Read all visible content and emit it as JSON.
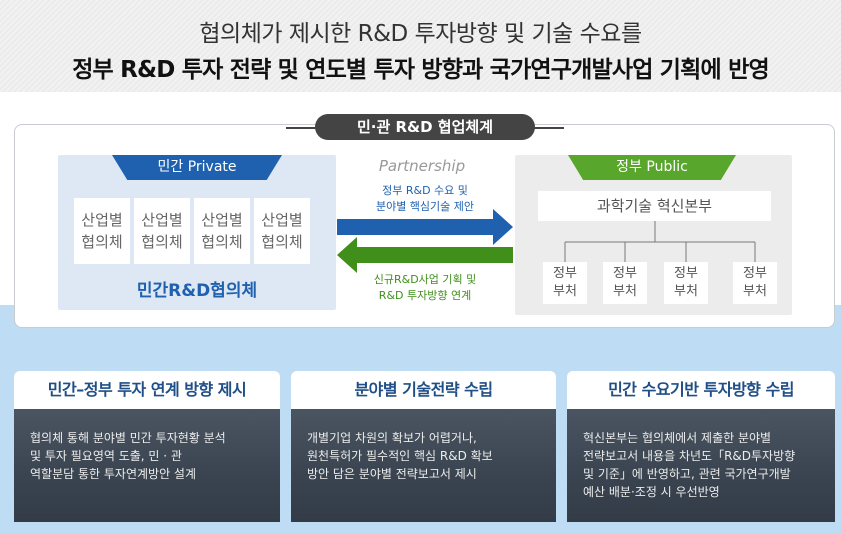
{
  "header": {
    "line1": "협의체가 제시한 R&D 투자방향 및 기술 수요를",
    "line2": "정부 R&D 투자 전략 및 연도별 투자 방향과 국가연구개발사업 기획에 반영"
  },
  "main_title": "민·관 R&D 협업체계",
  "private": {
    "tab": "민간 Private",
    "industries": [
      {
        "l1": "산업별",
        "l2": "협의체"
      },
      {
        "l1": "산업별",
        "l2": "협의체"
      },
      {
        "l1": "산업별",
        "l2": "협의체"
      },
      {
        "l1": "산업별",
        "l2": "협의체"
      }
    ],
    "subtitle": "민간R&D협의체"
  },
  "partnership": {
    "label": "Partnership",
    "to_public": {
      "l1": "정부 R&D 수요 및",
      "l2": "분야별 핵심기술 제안"
    },
    "to_private": {
      "l1": "신규R&D사업 기획 및",
      "l2": "R&D 투자방향 연계"
    }
  },
  "public": {
    "tab": "정부 Public",
    "hq": "과학기술 혁신본부",
    "ministries": [
      {
        "l1": "정부",
        "l2": "부처"
      },
      {
        "l1": "정부",
        "l2": "부처"
      },
      {
        "l1": "정부",
        "l2": "부처"
      },
      {
        "l1": "정부",
        "l2": "부처"
      }
    ]
  },
  "cards": [
    {
      "title": "민간–정부 투자 연계 방향 제시",
      "lines": [
        "협의체 통해 분야별 민간 투자현황 분석",
        "및 투자 필요영역 도출, 민 · 관",
        "역할분담 통한 투자연계방안 설계"
      ]
    },
    {
      "title": "분야별 기술전략 수립",
      "lines": [
        "개별기업 차원의 확보가 어렵거나,",
        "원천특허가 필수적인 핵심 R&D 확보",
        "방안 담은 분야별 전략보고서 제시"
      ]
    },
    {
      "title": "민간 수요기반 투자방향 수립",
      "lines": [
        "혁신본부는 협의체에서 제출한 분야별",
        "전략보고서 내용을 차년도「R&D투자방향",
        "및 기준」에 반영하고, 관련 국가연구개발",
        "예산 배분·조정 시 우선반영"
      ]
    }
  ],
  "colors": {
    "private_blue": "#1f61ae",
    "public_green": "#58a62c",
    "arrow_blue": "#1f61ae",
    "arrow_green": "#3f8f1a",
    "card_title": "#1f4f86",
    "card_body_bg": "#3a4450",
    "bottom_bg": "#bfdcf5"
  }
}
